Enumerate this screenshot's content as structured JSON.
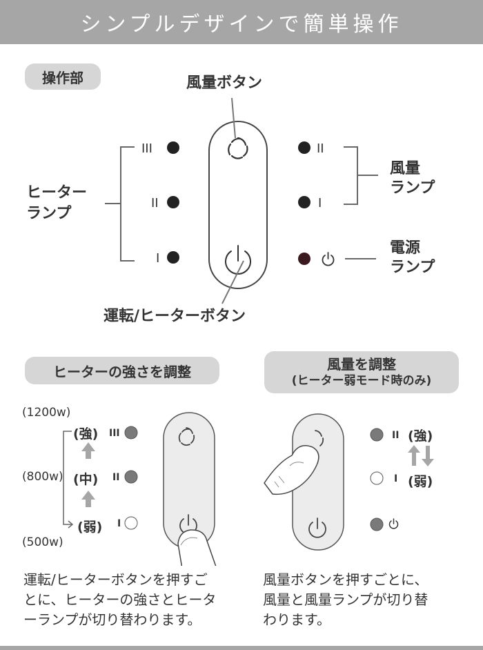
{
  "header": {
    "title": "シンプルデザインで簡単操作"
  },
  "controls": {
    "section_label": "操作部",
    "fan_button_label": "風量ボタン",
    "heater_lamp_label_1": "ヒーター",
    "heater_lamp_label_2": "ランプ",
    "fan_lamp_label_1": "風量",
    "fan_lamp_label_2": "ランプ",
    "power_lamp_label_1": "電源",
    "power_lamp_label_2": "ランプ",
    "power_button_label": "運転/ヒーターボタン"
  },
  "heater_strength": {
    "title": "ヒーターの強さを調整",
    "watt_high": "(1200w)",
    "watt_mid": "(800w)",
    "watt_low": "(500w)",
    "level_high": "(強)",
    "level_mid": "(中)",
    "level_low": "(弱)",
    "description": "運転/ヒーターボタンを押すご\nとに、ヒーターの強さとヒータ\nーランプが切り替わります。"
  },
  "fan_adjust": {
    "title_line1": "風量を調整",
    "title_line2": "(ヒーター弱モード時のみ)",
    "level_high": "(強)",
    "level_low": "(弱)",
    "description": "風量ボタンを押すごとに、\n風量と風量ランプが切り替\nわります。"
  }
}
